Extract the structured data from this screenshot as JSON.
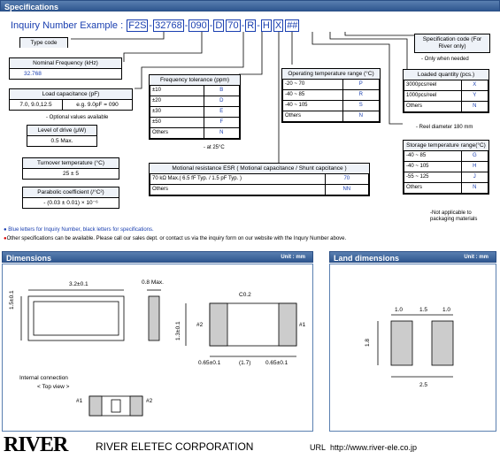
{
  "header": {
    "title": "Specifications"
  },
  "inquiry": {
    "label": "Inquiry Number Example :",
    "parts": [
      "F2S",
      "32768",
      "090",
      "D",
      "70",
      "R",
      "H",
      "X",
      "##"
    ]
  },
  "type_code": {
    "label": "Type code"
  },
  "nominal_freq": {
    "label": "Nominal Frequency (kHz)",
    "value": "32.768"
  },
  "load_cap": {
    "label": "Load capacitance (pF)",
    "values": "7.0, 9.0,12.5",
    "example": "e.g. 9.0pF = 090",
    "note": "- Optional values available"
  },
  "drive": {
    "label": "Level of drive (μW)",
    "value": "0.5 Max."
  },
  "turnover": {
    "label": "Turnover temperature (°C)",
    "value": "25 ± 5"
  },
  "parabolic": {
    "label": "Parabolic coefficient (/°C²)",
    "value": "- (0.03 ± 0.01) × 10⁻⁶"
  },
  "freq_tol": {
    "title": "Frequency tolerance (ppm)",
    "rows": [
      [
        "±10",
        "B"
      ],
      [
        "±20",
        "D"
      ],
      [
        "±30",
        "E"
      ],
      [
        "±50",
        "F"
      ],
      [
        "Others",
        "N"
      ]
    ],
    "note": "- at 25°C"
  },
  "op_temp": {
    "title": "Operating temperature range (°C)",
    "rows": [
      [
        "-20 ~ 70",
        "P"
      ],
      [
        "-40 ~ 85",
        "R"
      ],
      [
        "-40 ~ 105",
        "S"
      ],
      [
        "Others",
        "N"
      ]
    ]
  },
  "spec_code": {
    "label": "Specification code (For River only)",
    "note": "- Only when needed"
  },
  "loaded_qty": {
    "title": "Loaded quantity (pcs.)",
    "rows": [
      [
        "3000pcs/reel",
        "X"
      ],
      [
        "1000pcs/reel",
        "Y"
      ],
      [
        "Others",
        "N"
      ]
    ],
    "note": "- Reel diameter 180 mm"
  },
  "storage_temp": {
    "title": "Storage temperature range(°C)",
    "rows": [
      [
        "-40 ~ 85",
        "G"
      ],
      [
        "-40 ~ 105",
        "H"
      ],
      [
        "-55 ~ 125",
        "J"
      ],
      [
        "Others",
        "N"
      ]
    ],
    "note1": "-Not applicable to",
    "note2": "packaging materials"
  },
  "esr": {
    "title": "Motional resistance ESR ( Motional capacitance / Shunt capcitance )",
    "rows": [
      [
        "70 kΩ Max.( 6.5 fF Typ. / 1.5 pF Typ. )",
        "70"
      ],
      [
        "Others",
        "NN"
      ]
    ]
  },
  "notes": {
    "blue": "Blue letters for Inquiry Number, black letters for specifications.",
    "red": "Other specifications can be available. Please call our sales dept. or contact us via the inquiry form on our website with the Inqury Number above."
  },
  "dimensions": {
    "title": "Dimensions",
    "unit": "Unit : mm",
    "d1": "3.2±0.1",
    "d2": "0.8 Max.",
    "d3": "1.5±0.1",
    "d4": "1.3±0.1",
    "c02": "C0.2",
    "p1": "#1",
    "p2": "#2",
    "d5": "0.65±0.1",
    "d6": "(1.7)",
    "d7": "0.65±0.1",
    "internal": "Internal connection",
    "topview": "< Top view >",
    "ip1": "#1",
    "ip2": "#2"
  },
  "land": {
    "title": "Land dimensions",
    "unit": "Unit : mm",
    "a": "1.0",
    "b": "1.5",
    "c": "1.0",
    "h": "1.8",
    "w": "2.5"
  },
  "footer": {
    "logo": "RIVER",
    "company": "RIVER ELETEC CORPORATION",
    "url_label": "URL",
    "url": "http://www.river-ele.co.jp"
  }
}
